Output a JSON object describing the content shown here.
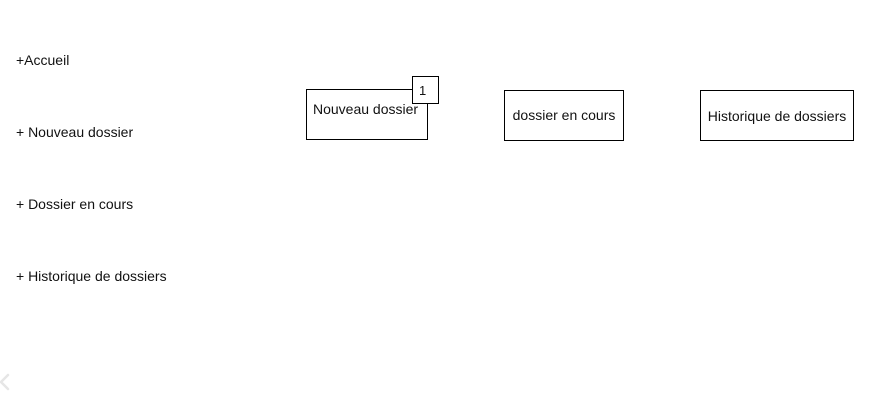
{
  "sidebar": {
    "items": [
      {
        "label": "+Accueil"
      },
      {
        "label": "+ Nouveau dossier"
      },
      {
        "label": "+ Dossier en cours"
      },
      {
        "label": "+ Historique de dossiers"
      }
    ]
  },
  "cards": [
    {
      "label": "Nouveau dossier",
      "badge": "1"
    },
    {
      "label": "dossier en cours"
    },
    {
      "label": "Historique de dossiers"
    }
  ],
  "icons": {
    "back": "chevron-left-icon"
  },
  "colors": {
    "border": "#000000",
    "chevron": "#e6e6e6",
    "text": "#111111"
  }
}
